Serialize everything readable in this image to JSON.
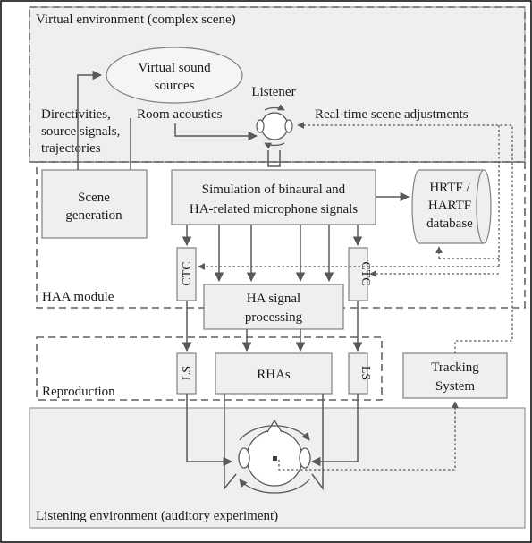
{
  "regions": {
    "virtual_env": "Virtual environment (complex scene)",
    "haa_module": "HAA module",
    "reproduction": "Reproduction",
    "listening_env": "Listening environment (auditory experiment)"
  },
  "nodes": {
    "virtual_sources": [
      "Virtual sound",
      "sources"
    ],
    "listener": "Listener",
    "room_acoustics": "Room acoustics",
    "directivities": [
      "Directivities,",
      "source signals,",
      "trajectories"
    ],
    "realtime": "Real-time scene adjustments",
    "scene_generation": [
      "Scene",
      "generation"
    ],
    "simulation": [
      "Simulation of binaural and",
      "HA-related microphone signals"
    ],
    "hrtf_db": [
      "HRTF /",
      "HARTF",
      "database"
    ],
    "ctc_left": "CTC",
    "ctc_right": "CTC",
    "ha_processing": [
      "HA signal",
      "processing"
    ],
    "ls_left": "LS",
    "ls_right": "LS",
    "rhas": "RHAs",
    "tracking": [
      "Tracking",
      "System"
    ]
  }
}
